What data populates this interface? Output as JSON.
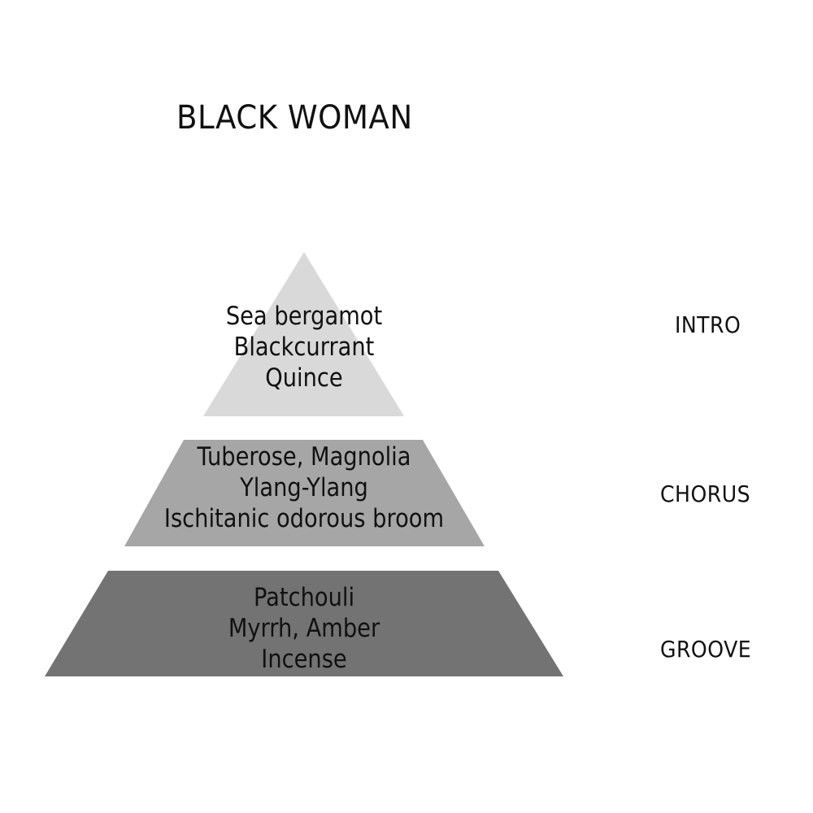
{
  "title": "BLACK WOMAN",
  "colors": {
    "top": "#d9d9d9",
    "middle": "#a6a6a6",
    "base": "#737373",
    "text": "#111111",
    "background": "#ffffff"
  },
  "tiers": [
    {
      "name": "INTRO",
      "notes": [
        "Sea bergamot",
        "Blackcurrant",
        "Quince"
      ]
    },
    {
      "name": "CHORUS",
      "notes": [
        "Tuberose, Magnolia",
        "Ylang-Ylang",
        "Ischitanic odorous broom"
      ]
    },
    {
      "name": "GROOVE",
      "notes": [
        "Patchouli",
        "Myrrh, Amber",
        "Incense"
      ]
    }
  ]
}
